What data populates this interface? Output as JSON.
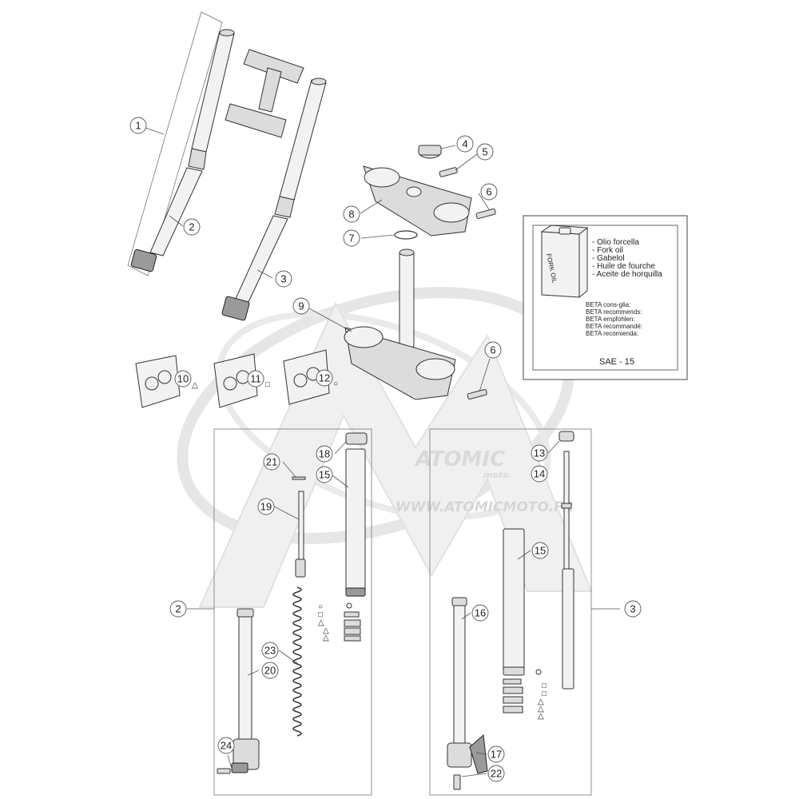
{
  "callouts": {
    "c1": "1",
    "c2": "2",
    "c3": "3",
    "c4": "4",
    "c5": "5",
    "c6a": "6",
    "c7": "7",
    "c8": "8",
    "c9": "9",
    "c10": "10",
    "c11": "11",
    "c12": "12",
    "c6b": "6",
    "c18": "18",
    "c21": "21",
    "c15a": "15",
    "c19": "19",
    "c2b": "2",
    "c23": "23",
    "c20": "20",
    "c24": "24",
    "c13": "13",
    "c14": "14",
    "c15b": "15",
    "c16": "16",
    "c3b": "3",
    "c17": "17",
    "c22": "22"
  },
  "legend": {
    "can_label": "FORK OIL",
    "oil_lines": [
      "- Olio forcella",
      "- Fork oil",
      "- Gabelol",
      "- Huile de fourche",
      "- Aceite de horquilla"
    ],
    "recommend_lines": [
      "BETA cons-glia:",
      "BETA recommends:",
      "BETA empfohlen:",
      "BETA recommandé:",
      "BETA recomienda:"
    ],
    "grade": "SAE - 15"
  },
  "watermark": {
    "brand": "ATOMIC",
    "sub": "moto",
    "url": "WWW.ATOMICMOTO.FR"
  },
  "symbols": {
    "triangle": "△",
    "square": "□",
    "circle": "○"
  }
}
